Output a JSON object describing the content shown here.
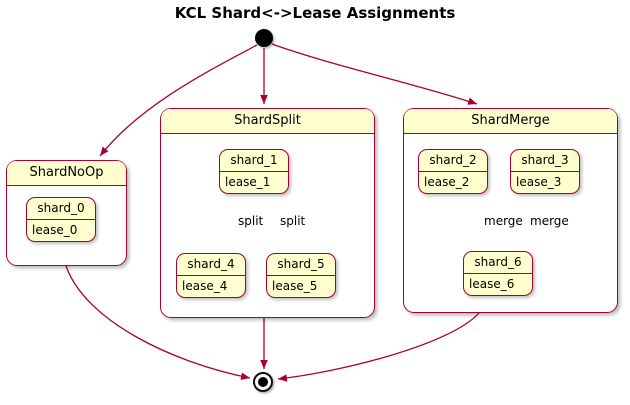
{
  "title": "KCL Shard<->Lease Assignments",
  "colors": {
    "state_fill": "#FEFECE",
    "border": "#A80036",
    "arrow": "#A80036"
  },
  "noop": {
    "label": "ShardNoOp",
    "state": {
      "name": "shard_0",
      "lease": "lease_0"
    }
  },
  "split": {
    "label": "ShardSplit",
    "edge_label": "split",
    "source": {
      "name": "shard_1",
      "lease": "lease_1"
    },
    "targets": [
      {
        "name": "shard_4",
        "lease": "lease_4"
      },
      {
        "name": "shard_5",
        "lease": "lease_5"
      }
    ]
  },
  "merge": {
    "label": "ShardMerge",
    "edge_label": "merge",
    "sources": [
      {
        "name": "shard_2",
        "lease": "lease_2"
      },
      {
        "name": "shard_3",
        "lease": "lease_3"
      }
    ],
    "target": {
      "name": "shard_6",
      "lease": "lease_6"
    }
  }
}
